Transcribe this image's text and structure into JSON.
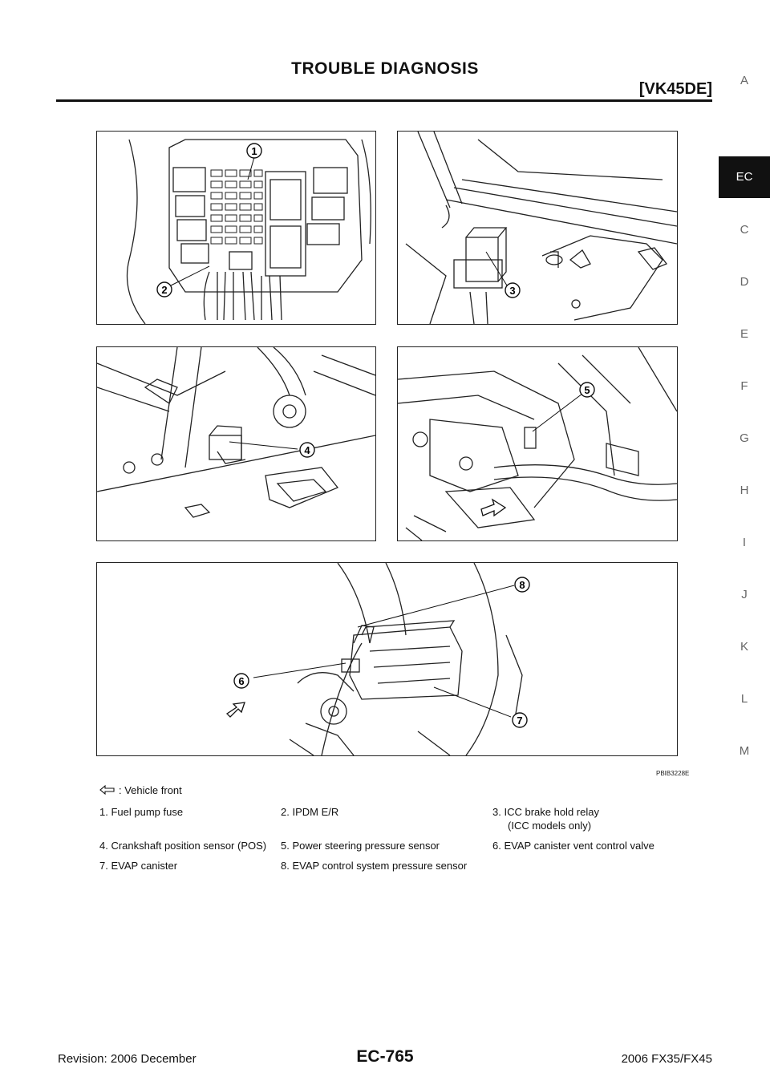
{
  "header": {
    "title": "TROUBLE DIAGNOSIS",
    "engine": "[VK45DE]"
  },
  "side_tabs": {
    "items": [
      "A",
      "EC",
      "C",
      "D",
      "E",
      "F",
      "G",
      "H",
      "I",
      "J",
      "K",
      "L",
      "M"
    ],
    "active": "EC"
  },
  "figure": {
    "callouts": [
      "1",
      "2",
      "3",
      "4",
      "5",
      "6",
      "7",
      "8"
    ],
    "id": "PBIB3228E"
  },
  "legend": {
    "front_label": ": Vehicle front",
    "items": [
      {
        "num": "1.",
        "text": "Fuel pump fuse"
      },
      {
        "num": "2.",
        "text": "IPDM E/R"
      },
      {
        "num": "3.",
        "text": "ICC brake hold relay",
        "text2": "(ICC models only)"
      },
      {
        "num": "4.",
        "text": "Crankshaft position sensor (POS)"
      },
      {
        "num": "5.",
        "text": "Power steering pressure sensor"
      },
      {
        "num": "6.",
        "text": "EVAP canister vent control valve"
      },
      {
        "num": "7.",
        "text": "EVAP canister"
      },
      {
        "num": "8.",
        "text": "EVAP control system pressure sensor"
      }
    ]
  },
  "footer": {
    "revision": "Revision: 2006 December",
    "page": "EC-765",
    "model": "2006 FX35/FX45"
  }
}
